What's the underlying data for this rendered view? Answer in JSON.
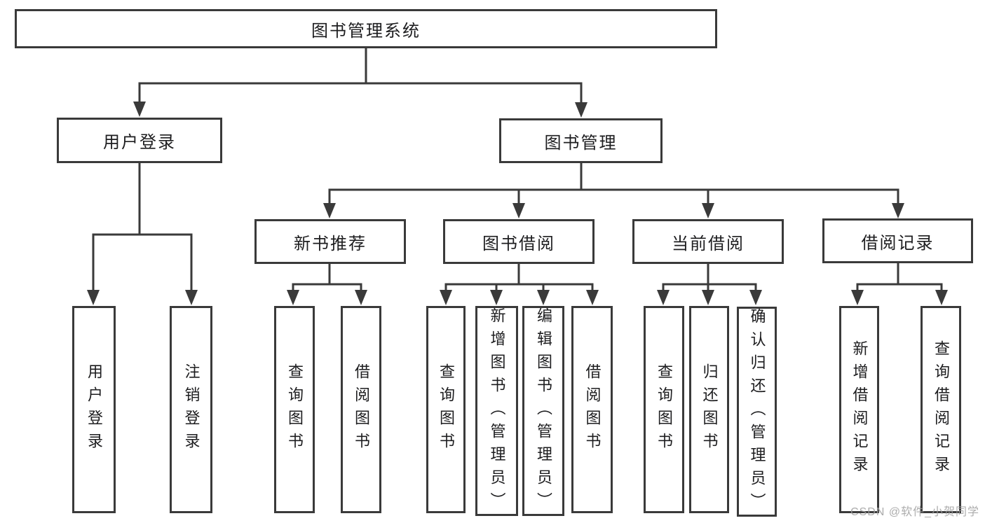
{
  "diagram": {
    "title": "图书管理系统",
    "colors": {
      "line": "#3a3a3a",
      "box_border": "#3a3a3a",
      "text": "#1d1d1f",
      "background": "#ffffff",
      "watermark": "#9e9e9e"
    }
  },
  "nodes": {
    "root": {
      "label": "图书管理系统"
    },
    "user_login": {
      "label": "用户登录"
    },
    "book_management": {
      "label": "图书管理"
    },
    "new_book_recommend": {
      "label": "新书推荐"
    },
    "book_borrowing": {
      "label": "图书借阅"
    },
    "current_borrowing": {
      "label": "当前借阅"
    },
    "borrowing_records": {
      "label": "借阅记录"
    },
    "leaf_user_login": {
      "label": "用户登录"
    },
    "leaf_logout": {
      "label": "注销登录"
    },
    "leaf_query_books_nb": {
      "label": "查询图书"
    },
    "leaf_borrow_books_nb": {
      "label": "借阅图书"
    },
    "leaf_query_books_bb": {
      "label": "查询图书"
    },
    "leaf_add_book_admin": {
      "label": "新增图书（管理员）"
    },
    "leaf_edit_book_admin": {
      "label": "编辑图书（管理员）"
    },
    "leaf_borrow_books_bb": {
      "label": "借阅图书"
    },
    "leaf_query_books_cb": {
      "label": "查询图书"
    },
    "leaf_return_books": {
      "label": "归还图书"
    },
    "leaf_confirm_return_admin": {
      "label": "确认归还（管理员）"
    },
    "leaf_add_borrow_record": {
      "label": "新增借阅记录"
    },
    "leaf_query_borrow_record": {
      "label": "查询借阅记录"
    }
  },
  "edges": [
    {
      "from": "root",
      "to": "user_login"
    },
    {
      "from": "root",
      "to": "book_management"
    },
    {
      "from": "user_login",
      "to": "leaf_user_login"
    },
    {
      "from": "user_login",
      "to": "leaf_logout"
    },
    {
      "from": "book_management",
      "to": "new_book_recommend"
    },
    {
      "from": "book_management",
      "to": "book_borrowing"
    },
    {
      "from": "book_management",
      "to": "current_borrowing"
    },
    {
      "from": "book_management",
      "to": "borrowing_records"
    },
    {
      "from": "new_book_recommend",
      "to": "leaf_query_books_nb"
    },
    {
      "from": "new_book_recommend",
      "to": "leaf_borrow_books_nb"
    },
    {
      "from": "book_borrowing",
      "to": "leaf_query_books_bb"
    },
    {
      "from": "book_borrowing",
      "to": "leaf_add_book_admin"
    },
    {
      "from": "book_borrowing",
      "to": "leaf_edit_book_admin"
    },
    {
      "from": "book_borrowing",
      "to": "leaf_borrow_books_bb"
    },
    {
      "from": "current_borrowing",
      "to": "leaf_query_books_cb"
    },
    {
      "from": "current_borrowing",
      "to": "leaf_return_books"
    },
    {
      "from": "current_borrowing",
      "to": "leaf_confirm_return_admin"
    },
    {
      "from": "borrowing_records",
      "to": "leaf_add_borrow_record"
    },
    {
      "from": "borrowing_records",
      "to": "leaf_query_borrow_record"
    }
  ],
  "watermark": {
    "text": "CSDN @软件_小贺同学"
  }
}
